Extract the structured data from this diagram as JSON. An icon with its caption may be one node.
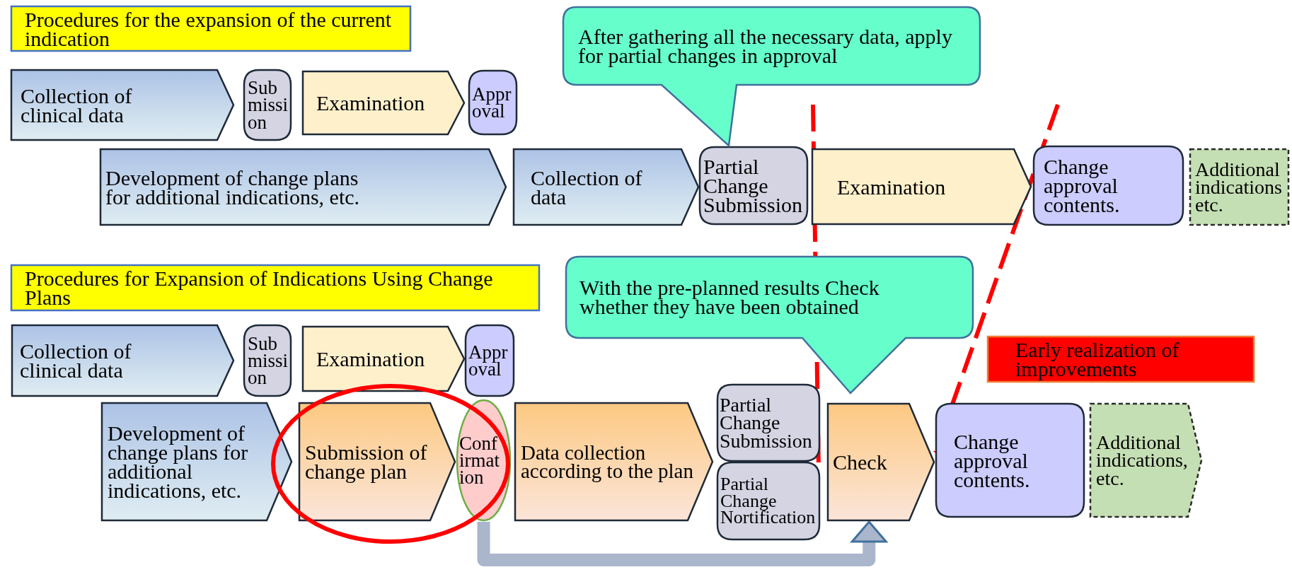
{
  "diagram": {
    "nodes": [
      {
        "text": [
          "Procedures for the expansion of the current indication"
        ]
      },
      {
        "text": [
          "Collection of clinical data"
        ]
      },
      {
        "text": [
          "Submission"
        ]
      },
      {
        "text": [
          "Examination"
        ]
      },
      {
        "text": [
          "Approval"
        ]
      },
      {
        "text": [
          "Development of change plans for additional indications, etc."
        ]
      },
      {
        "text": [
          "Collection of data"
        ]
      },
      {
        "text": [
          "Partial Change Submission"
        ]
      },
      {
        "text": [
          "Examination"
        ]
      },
      {
        "text": [
          "Change approval contents."
        ]
      },
      {
        "text": [
          "Additional indications etc."
        ]
      },
      {
        "text": [
          "After gathering all the necessary data, apply for partial changes in approval"
        ]
      },
      {
        "text": [
          "Procedures for Expansion of Indications Using Change Plans"
        ]
      },
      {
        "text": [
          "With the pre-planned results Check whether they have been obtained"
        ]
      },
      {
        "text": [
          "Collection of clinical data"
        ]
      },
      {
        "text": [
          "Submission"
        ]
      },
      {
        "text": [
          "Examination"
        ]
      },
      {
        "text": [
          "Approval"
        ]
      },
      {
        "text": [
          "Development of change plans for additional indications, etc."
        ]
      },
      {
        "text": [
          "Submission of change plan"
        ]
      },
      {
        "text": [
          "Confirmation"
        ]
      },
      {
        "text": [
          "Data collection according to the plan"
        ]
      },
      {
        "text": [
          "Partial Change Submission"
        ]
      },
      {
        "text": [
          "Partial Change Nortification"
        ]
      },
      {
        "text": [
          "Check"
        ]
      },
      {
        "text": [
          "Change approval contents."
        ]
      },
      {
        "text": [
          "Additional indications, etc."
        ]
      },
      {
        "text": [
          "Early realization of improvements"
        ]
      }
    ],
    "edges": [
      {
        "from": 20,
        "to": 24,
        "arrow": "to"
      }
    ]
  }
}
